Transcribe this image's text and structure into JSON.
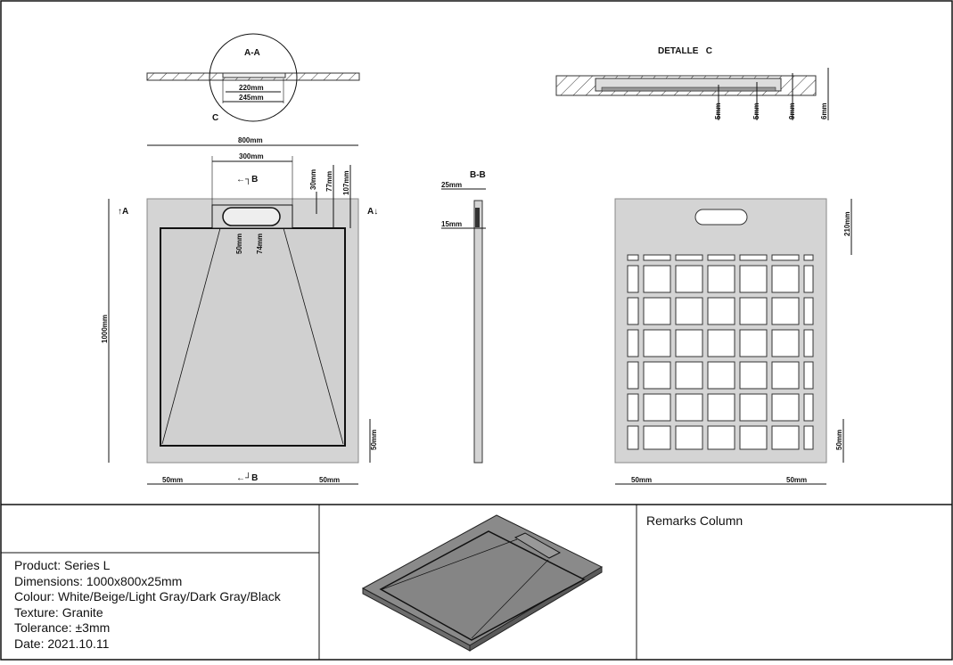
{
  "section_aa": {
    "title": "A-A",
    "detail_marker": "C",
    "dims": [
      "220mm",
      "245mm"
    ]
  },
  "detail_c": {
    "title": "DETALLE   C",
    "dims": [
      "5mm",
      "5mm",
      "9mm",
      "6mm"
    ]
  },
  "front_view": {
    "width": "800mm",
    "drain_width": "300mm",
    "height": "1000mm",
    "dims_right": [
      "30mm",
      "77mm",
      "107mm"
    ],
    "drain_dims": [
      "50mm",
      "74mm"
    ],
    "border_bottom": "50mm",
    "border_left": "50mm",
    "border_right": "50mm",
    "section_a": "A",
    "section_b": "B"
  },
  "section_bb": {
    "title": "B-B",
    "dims": [
      "25mm",
      "15mm"
    ]
  },
  "back_view": {
    "handle_offset": "210mm",
    "bottom": "50mm",
    "left": "50mm",
    "right": "50mm",
    "grid_cols": 7,
    "grid_rows": 7
  },
  "info": {
    "product": "Product: Series L",
    "dimensions": "Dimensions: 1000x800x25mm",
    "colour": "Colour: White/Beige/Light Gray/Dark Gray/Black",
    "texture": "Texture: Granite",
    "tolerance": "Tolerance: ±3mm",
    "date": "Date: 2021.10.11"
  },
  "remarks": {
    "title": "Remarks Column"
  },
  "colors": {
    "tray": "#d4d4d4",
    "line": "#111111",
    "render": "#8a8a8a"
  }
}
